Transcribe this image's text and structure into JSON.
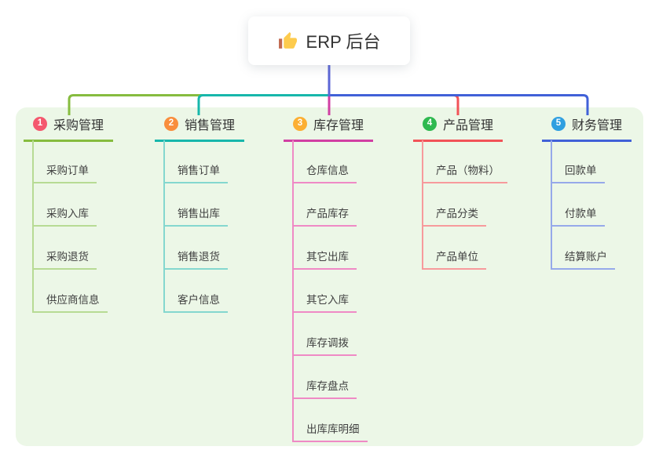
{
  "root": {
    "label": "ERP 后台",
    "icon": "thumbs-up-icon"
  },
  "branches": [
    {
      "badge": "1",
      "label": "采购管理",
      "badge_color": "#f4586e",
      "line_color": "#86bc3f",
      "child_line_color": "#b7db94",
      "children": [
        "采购订单",
        "采购入库",
        "采购退货",
        "供应商信息"
      ]
    },
    {
      "badge": "2",
      "label": "销售管理",
      "badge_color": "#f98e3d",
      "line_color": "#17b7ab",
      "child_line_color": "#84d7cf",
      "children": [
        "销售订单",
        "销售出库",
        "销售退货",
        "客户信息"
      ]
    },
    {
      "badge": "3",
      "label": "库存管理",
      "badge_color": "#fcaf33",
      "line_color": "#d13fa3",
      "child_line_color": "#ef8ac5",
      "children": [
        "仓库信息",
        "产品库存",
        "其它出库",
        "其它入库",
        "库存调拨",
        "库存盘点",
        "出库库明细"
      ]
    },
    {
      "badge": "4",
      "label": "产品管理",
      "badge_color": "#2fb950",
      "line_color": "#f25358",
      "child_line_color": "#f79a9c",
      "children": [
        "产品（物料）",
        "产品分类",
        "产品单位"
      ]
    },
    {
      "badge": "5",
      "label": "财务管理",
      "badge_color": "#2f9fe0",
      "line_color": "#4161d8",
      "child_line_color": "#96a9ea",
      "children": [
        "回款单",
        "付款单",
        "结算账户"
      ]
    }
  ],
  "palette": {
    "canvas_bg": "#ffffff",
    "panel_bg": "#ecf7e7",
    "root_line": "#5c66d6",
    "text": "#333333",
    "thumb_hand": "#fdcb4d",
    "thumb_cuff": "#c1694f"
  }
}
